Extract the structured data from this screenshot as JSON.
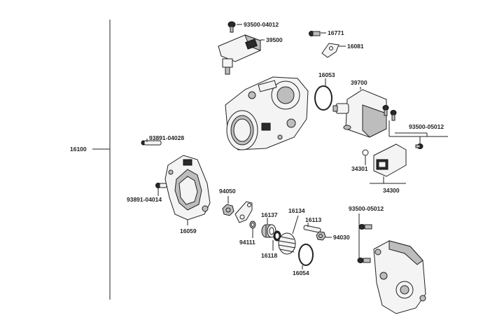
{
  "diagram": {
    "assembly_label": "16100",
    "parts": {
      "p93500_04012_top": "93500-04012",
      "p39500": "39500",
      "p16771": "16771",
      "p16081": "16081",
      "p16053": "16053",
      "p39700": "39700",
      "p93500_05012_right": "93500-05012",
      "p34301": "34301",
      "p34300": "34300",
      "p93891_04028": "93891-04028",
      "p93891_04014": "93891-04014",
      "p16059": "16059",
      "p94050": "94050",
      "p94111": "94111",
      "p16137": "16137",
      "p16118": "16118",
      "p16134": "16134",
      "p16113": "16113",
      "p94030": "94030",
      "p16054": "16054",
      "p93500_05012_bottom": "93500-05012"
    }
  }
}
